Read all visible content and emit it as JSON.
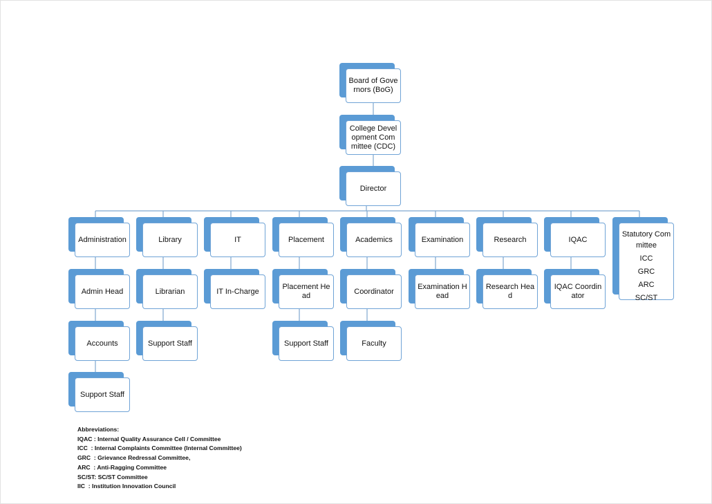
{
  "org": {
    "bog": "Board of Governors (BoG)",
    "cdc": "College Development Committee (CDC)",
    "director": "Director",
    "departments": [
      {
        "name": "Administration",
        "children": [
          "Admin Head",
          "Accounts",
          "Support Staff"
        ]
      },
      {
        "name": "Library",
        "children": [
          "Librarian",
          "Support Staff"
        ]
      },
      {
        "name": "IT",
        "children": [
          "IT In-Charge"
        ]
      },
      {
        "name": "Placement",
        "children": [
          "Placement Head",
          "Support Staff"
        ]
      },
      {
        "name": "Academics",
        "children": [
          "Coordinator",
          "Faculty"
        ]
      },
      {
        "name": "Examination",
        "children": [
          "Examination Head"
        ]
      },
      {
        "name": "Research",
        "children": [
          "Research Head"
        ]
      },
      {
        "name": "IQAC",
        "children": [
          "IQAC Coordinator"
        ]
      },
      {
        "name": "Statutory Committee",
        "members": [
          "ICC",
          "GRC",
          "ARC",
          "SC/ST"
        ]
      }
    ]
  },
  "abbreviations": {
    "title": "Abbreviations:",
    "items": [
      "IQAC : Internal Quality Assurance Cell / Committee",
      "ICC  : Internal Complaints Committee (Internal Committee)",
      "GRC  : Grievance Redressal Committee,",
      "ARC  : Anti-Ragging Committee",
      "SC/ST: SC/ST Committee",
      "IIC  : Institution Innovation Council"
    ]
  },
  "colors": {
    "box_shadow": "#5b9bd5",
    "box_border": "#6fa3d6",
    "connector": "#7fa7cf"
  }
}
